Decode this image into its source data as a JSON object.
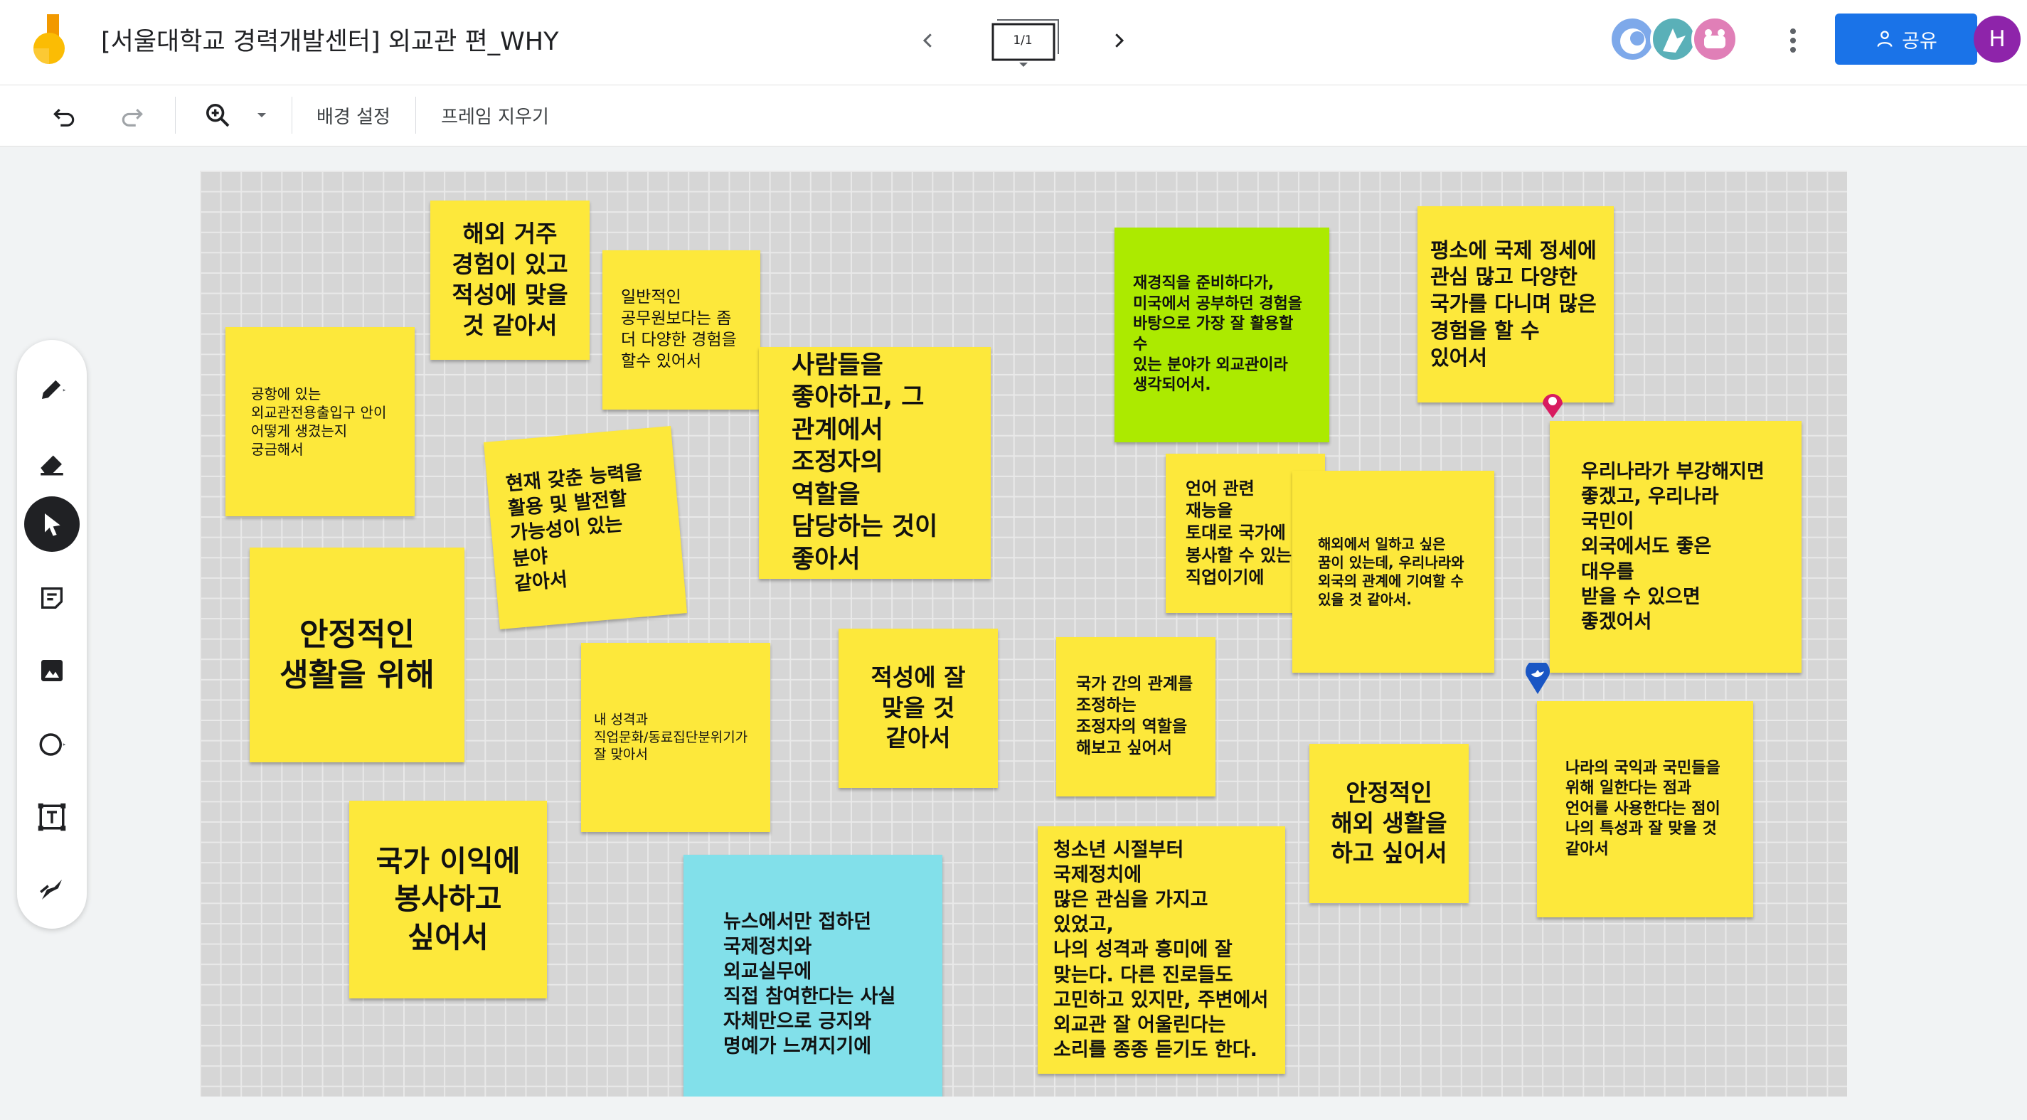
{
  "app": {
    "title": "[서울대학교 경력개발센터] 외교관 편_WHY",
    "frame_counter": "1/1",
    "share_label": "공유",
    "user_initial": "H",
    "colors": {
      "accent": "#1a73e8",
      "user_avatar": "#8e24aa",
      "note_yellow": "#fde83b",
      "note_green": "#acea00",
      "note_cyan": "#82e0ea"
    }
  },
  "toolbar": {
    "undo_icon": "undo-icon",
    "redo_icon": "redo-icon",
    "zoom_icon": "zoom-in-icon",
    "background_label": "배경 설정",
    "clear_frame_label": "프레임 지우기"
  },
  "tools": [
    "pen-icon",
    "eraser-icon",
    "select-icon",
    "sticky-note-icon",
    "image-icon",
    "shape-icon",
    "text-box-icon",
    "laser-icon"
  ],
  "notes": [
    {
      "text": "해외 거주\n경험이 있고\n적성에 맞을\n것 같아서",
      "color": "yellow"
    },
    {
      "text": "일반적인\n공무원보다는 좀\n더 다양한 경험을\n할수 있어서",
      "color": "yellow"
    },
    {
      "text": "공항에 있는\n외교관전용출입구 안이\n어떻게 생겼는지\n궁금해서",
      "color": "yellow"
    },
    {
      "text": "사람들을\n좋아하고, 그\n관계에서\n조정자의 역할을\n담당하는 것이\n좋아서",
      "color": "yellow"
    },
    {
      "text": "현재 갖춘 능력을\n활용 및 발전할\n가능성이 있는 분야\n같아서",
      "color": "yellow"
    },
    {
      "text": "재경직을 준비하다가,\n미국에서 공부하던 경험을\n바탕으로 가장 잘 활용할 수\n있는 분야가 외교관이라\n생각되어서.",
      "color": "green"
    },
    {
      "text": "평소에 국제 정세에\n관심 많고 다양한\n국가를 다니며 많은\n경험을 할 수 있어서",
      "color": "yellow"
    },
    {
      "text": "언어 관련 재능을\n토대로 국가에\n봉사할 수 있는\n직업이기에",
      "color": "yellow"
    },
    {
      "text": "해외에서 일하고 싶은\n꿈이 있는데, 우리나라와\n외국의 관계에 기여할 수\n있을 것 같아서.",
      "color": "yellow"
    },
    {
      "text": "우리나라가 부강해지면\n좋겠고, 우리나라 국민이\n외국에서도 좋은 대우를\n받을 수 있으면 좋겠어서",
      "color": "yellow"
    },
    {
      "text": "안정적인\n생활을 위해",
      "color": "yellow"
    },
    {
      "text": "내 성격과\n직업문화/동료집단분위기가\n잘 맞아서",
      "color": "yellow"
    },
    {
      "text": "적성에 잘\n맞을 것\n같아서",
      "color": "yellow"
    },
    {
      "text": "국가 간의 관계를\n조정하는\n조정자의 역할을\n해보고 싶어서",
      "color": "yellow"
    },
    {
      "text": "안정적인\n해외 생활을\n하고 싶어서",
      "color": "yellow"
    },
    {
      "text": "나라의 국익과 국민들을\n위해 일한다는 점과\n언어를 사용한다는 점이\n나의 특성과 잘 맞을 것\n같아서",
      "color": "yellow"
    },
    {
      "text": "국가 이익에\n봉사하고\n싶어서",
      "color": "yellow"
    },
    {
      "text": "뉴스에서만 접하던\n국제정치와 외교실무에\n직접 참여한다는 사실\n자체만으로 긍지와\n명예가 느껴지기에",
      "color": "cyan"
    },
    {
      "text": "청소년 시절부터 국제정치에\n많은 관심을 가지고 있었고,\n나의 성격과 흥미에 잘\n맞는다. 다른 진로들도\n고민하고 있지만, 주변에서\n외교관 잘 어울린다는\n소리를 종종 듣기도 한다.",
      "color": "yellow"
    }
  ]
}
